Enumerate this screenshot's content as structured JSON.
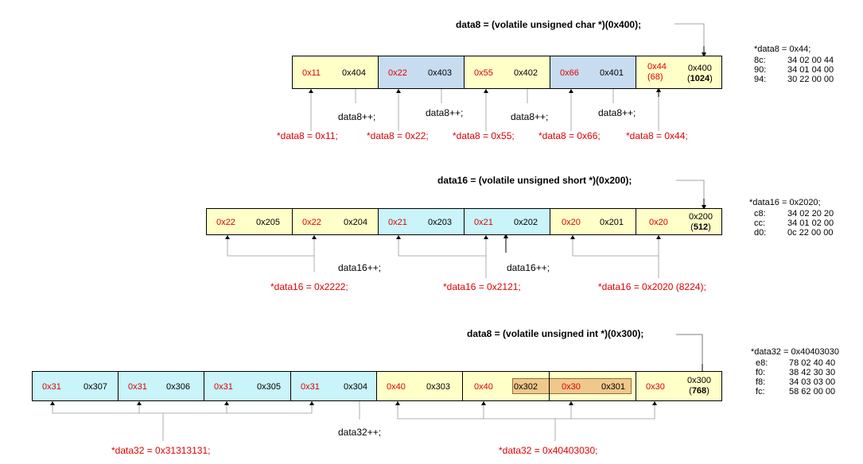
{
  "section8": {
    "heading": "data8   = (volatile unsigned char  *)(0x400);",
    "cells": [
      {
        "val": "0x11",
        "addr": "0x404"
      },
      {
        "val": "0x22",
        "addr": "0x403"
      },
      {
        "val": "0x55",
        "addr": "0x402"
      },
      {
        "val": "0x66",
        "addr": "0x401"
      }
    ],
    "last": {
      "val": "0x44",
      "val2": "(68)",
      "addr": "0x400",
      "dec": "1024"
    },
    "increments": [
      "data8++;",
      "data8++;",
      "data8++;",
      "data8++;"
    ],
    "assignments": [
      "*data8  = 0x11;",
      "*data8  = 0x22;",
      "*data8  = 0x55;",
      "*data8  = 0x66;",
      "*data8  = 0x44;"
    ],
    "code": {
      "title": "*data8  = 0x44;",
      "lines": [
        {
          "off": "8c:",
          "bytes": "34 02 00 44"
        },
        {
          "off": "90:",
          "bytes": "34 01 04 00"
        },
        {
          "off": "94:",
          "bytes": "30 22 00 00"
        }
      ]
    }
  },
  "section16": {
    "heading": "data16 = (volatile unsigned short *)(0x200);",
    "cells": [
      {
        "val": "0x22",
        "addr": "0x205"
      },
      {
        "val": "0x22",
        "addr": "0x204"
      },
      {
        "val": "0x21",
        "addr": "0x203"
      },
      {
        "val": "0x21",
        "addr": "0x202"
      },
      {
        "val": "0x20",
        "addr": "0x201"
      }
    ],
    "last": {
      "val": "0x20",
      "addr": "0x200",
      "dec": "512"
    },
    "increments": [
      "data16++;",
      "data16++;"
    ],
    "assignments": [
      "*data16  = 0x2222;",
      "*data16  = 0x2121;",
      "*data16  = 0x2020 (8224);"
    ],
    "code": {
      "title": "*data16 = 0x2020;",
      "lines": [
        {
          "off": "c8:",
          "bytes": "34 02 20 20"
        },
        {
          "off": "cc:",
          "bytes": "34 01 02 00"
        },
        {
          "off": "d0:",
          "bytes": "0c 22 00 00"
        }
      ]
    }
  },
  "section32": {
    "heading": "data8   = (volatile unsigned int  *)(0x300);",
    "cells": [
      {
        "val": "0x31",
        "addr": "0x307"
      },
      {
        "val": "0x31",
        "addr": "0x306"
      },
      {
        "val": "0x31",
        "addr": "0x305"
      },
      {
        "val": "0x31",
        "addr": "0x304"
      },
      {
        "val": "0x40",
        "addr": "0x303"
      },
      {
        "val": "0x40",
        "addr": "0x302"
      },
      {
        "val": "0x30",
        "addr": "0x301"
      }
    ],
    "last": {
      "val": "0x30",
      "addr": "0x300",
      "dec": "768"
    },
    "increments": [
      "data32++;"
    ],
    "assignments": [
      "*data32  = 0x31313131;",
      "*data32  = 0x40403030;"
    ],
    "code": {
      "title": "*data32 = 0x40403030",
      "lines": [
        {
          "off": "e8:",
          "bytes": "78 02 40 40"
        },
        {
          "off": "f0:",
          "bytes": "38 42 30 30"
        },
        {
          "off": "f8:",
          "bytes": "34 03 03 00"
        },
        {
          "off": "fc:",
          "bytes": "58 62 00 00"
        }
      ]
    }
  }
}
